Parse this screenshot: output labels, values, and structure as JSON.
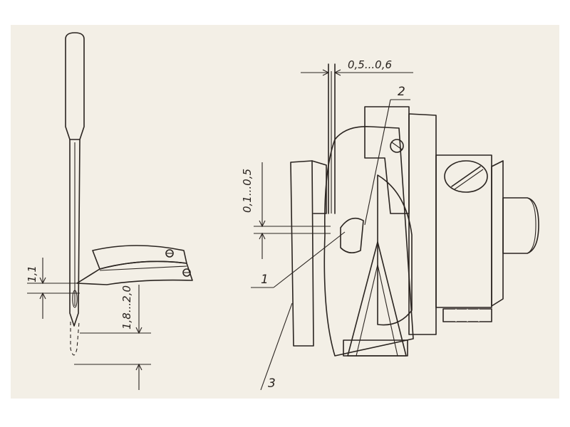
{
  "labels": {
    "needle_gap_top": "1,1",
    "needle_gap_bottom": "1,8...2,0",
    "clearance_top": "0,5...0,6",
    "clearance_side": "0,1...0,5",
    "callout_1": "1",
    "callout_2": "2",
    "callout_3": "3"
  },
  "colors": {
    "ink": "#2a2420",
    "paper": "#f3efe6",
    "shade": "#6b635c"
  }
}
